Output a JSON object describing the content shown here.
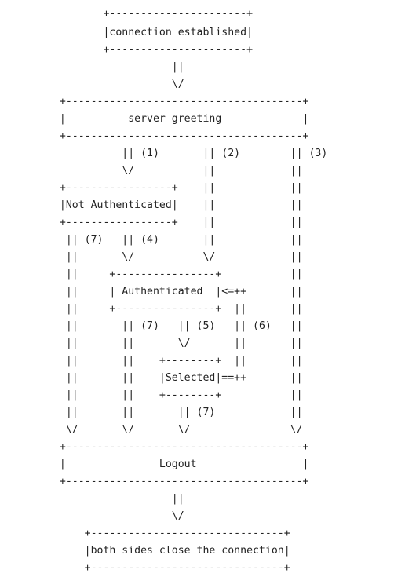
{
  "diagram": {
    "lines": [
      "         +----------------------+",
      "         |connection established|",
      "         +----------------------+",
      "                    ||",
      "                    \\/",
      "  +--------------------------------------+",
      "  |          server greeting             |",
      "  +--------------------------------------+",
      "            || (1)       || (2)        || (3)",
      "            \\/           ||            ||",
      "  +-----------------+    ||            ||",
      "  |Not Authenticated|    ||            ||",
      "  +-----------------+    ||            ||",
      "   || (7)   || (4)       ||            ||",
      "   ||       \\/           \\/            ||",
      "   ||     +----------------+           ||",
      "   ||     | Authenticated  |<=++       ||",
      "   ||     +----------------+  ||       ||",
      "   ||       || (7)   || (5)   || (6)   ||",
      "   ||       ||       \\/       ||       ||",
      "   ||       ||    +--------+  ||       ||",
      "   ||       ||    |Selected|==++       ||",
      "   ||       ||    +--------+           ||",
      "   ||       ||       || (7)            ||",
      "   \\/       \\/       \\/                \\/",
      "  +--------------------------------------+",
      "  |               Logout                 |",
      "  +--------------------------------------+",
      "                    ||",
      "                    \\/",
      "      +-------------------------------+",
      "      |both sides close the connection|",
      "      +-------------------------------+"
    ]
  }
}
